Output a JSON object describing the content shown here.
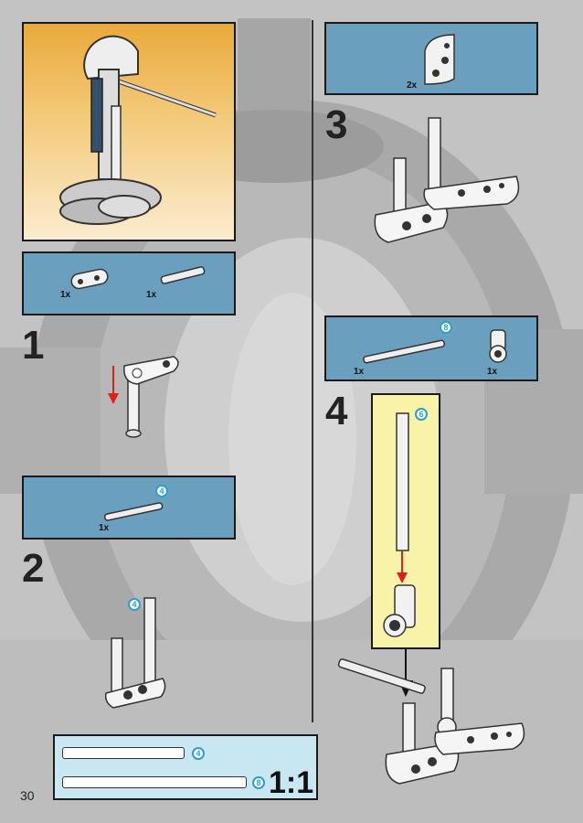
{
  "page": {
    "number": "30"
  },
  "steps": [
    {
      "number": "1",
      "parts": [
        {
          "qty": "1x"
        },
        {
          "qty": "1x"
        }
      ]
    },
    {
      "number": "2",
      "parts": [
        {
          "qty": "1x",
          "ref": "4"
        }
      ],
      "callout": "4"
    },
    {
      "number": "3",
      "parts": [
        {
          "qty": "2x"
        }
      ]
    },
    {
      "number": "4",
      "parts": [
        {
          "qty": "1x",
          "ref": "8"
        },
        {
          "qty": "1x"
        }
      ],
      "sub_ref": "6"
    }
  ],
  "scale_box": {
    "rulers": [
      {
        "ref": "4"
      },
      {
        "ref": "8"
      }
    ],
    "label": "1:1"
  },
  "colors": {
    "parts_panel": "#6aa0bd",
    "scale_panel": "#c9e6f3",
    "sub_panel": "#f8f3a8",
    "hero_top": "#e9a93a",
    "ref_circle": "#2a9fd0",
    "arrow_red": "#e0201a"
  }
}
